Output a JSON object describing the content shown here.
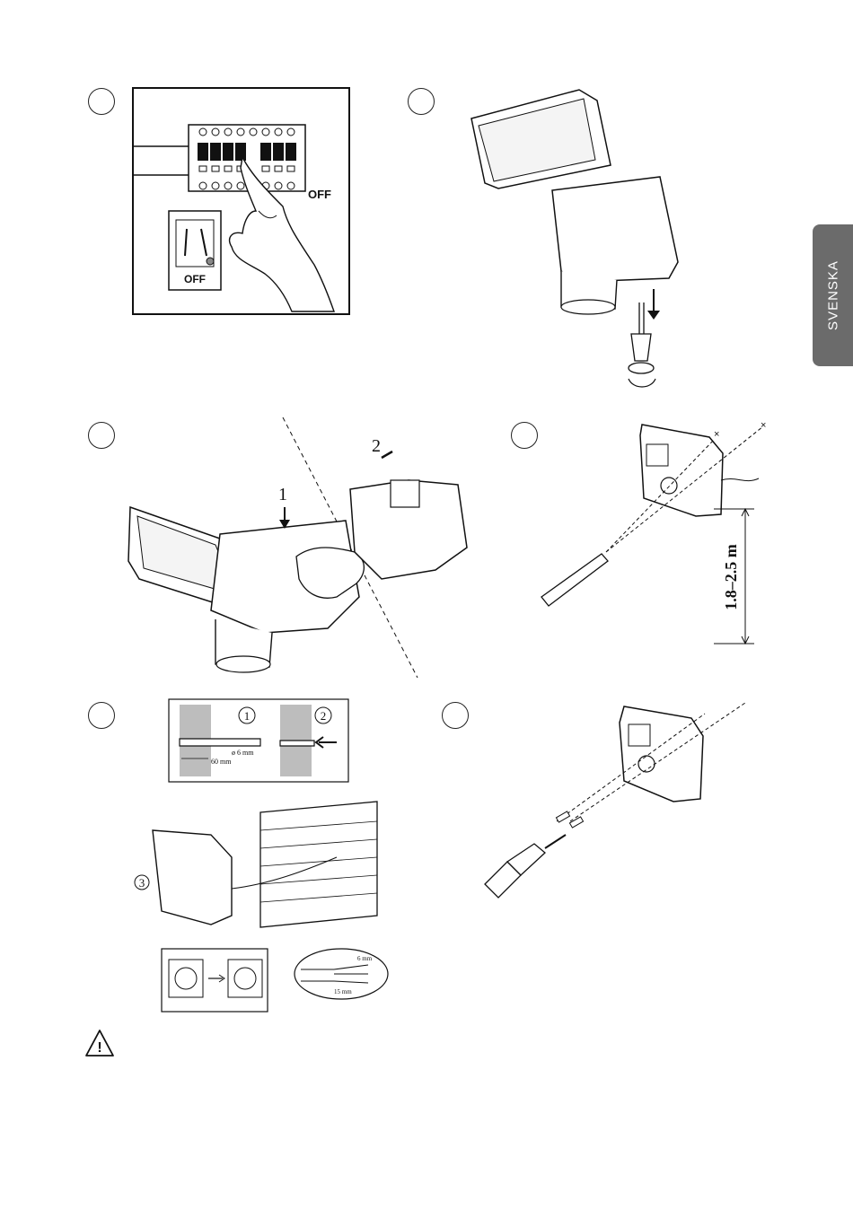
{
  "side_tab": {
    "label": "SVENSKA"
  },
  "step1": {
    "off_label_panel": "OFF",
    "off_label_switch": "OFF"
  },
  "step3": {
    "callout_1": "1",
    "callout_2": "2"
  },
  "step4": {
    "height_label": "1.8–2.5 m"
  },
  "step5": {
    "callout_1": "1",
    "callout_2": "2",
    "callout_3": "3",
    "drill_depth": "60 mm",
    "drill_diameter": "ø 6 mm",
    "strip_short": "6 mm",
    "strip_long": "15 mm"
  },
  "warning": {
    "symbol": "!"
  }
}
